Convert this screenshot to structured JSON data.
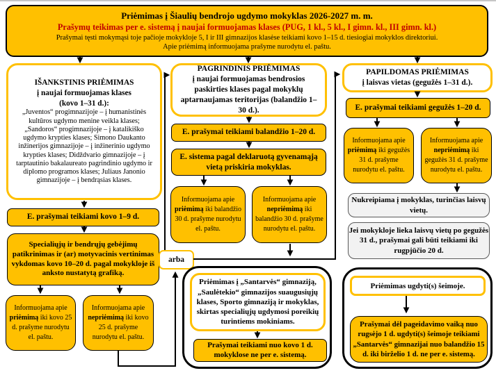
{
  "colors": {
    "gold": "#FFC000",
    "dark_red": "#C00000",
    "gray_fill": "#F2F2F2"
  },
  "header": {
    "line1": "Priėmimas į Šiaulių bendrojo ugdymo mokyklas 2026-2027 m. m.",
    "line2": "Prašymų teikimas per e. sistemą į naujai formuojamas klases (PUG, 1 kl., 5 kl., I gimn. kl., III gimn. kl.)",
    "line3": "Prašymai tęsti mokymąsi toje pačioje mokykloje 5, I ir III gimnazijos klasėse teikiami kovo 1–15 d. tiesiogiai mokyklos direktoriui.",
    "line4": "Apie priėmimą informuojama prašyme nurodytu el. paštu."
  },
  "left": {
    "title1": "IŠANKSTINIS PRIĖMIMAS",
    "title2": "į naujai formuojamas klases",
    "title3": "(kovo 1–31 d.):",
    "body": "„Juventos“ progimnazijoje – į humanistinės kultūros ugdymo menine veikla klases; „Sandoros“ progimnazijoje – į katalikiško ugdymo krypties klases; Simono Daukanto inžinerijos gimnazijoje – į inžinerinio ugdymo krypties klases; Didždvario gimnazijoje – į tarptautinio bakalaureato pagrindinio ugdymo ir diplomo programos klases; Juliaus Janonio gimnazijoje – į bendrąsias klases.",
    "step1": "E. prašymai teikiami kovo 1–9 d.",
    "step2": "Specialiųjų ir bendrųjų gebėjimų patikrinimas ir (ar) motyvacinis vertinimas vykdomas kovo 10–20 d. pagal mokykloje iš anksto nustatytą grafiką.",
    "info_admit": {
      "pre": "Informuojama apie",
      "em": "priėmimą",
      "post": "iki kovo 25 d. prašyme nurodytu el. paštu."
    },
    "info_reject": {
      "pre": "Informuojama apie",
      "em": "nepriėmimą",
      "post": "iki kovo 25 d. prašyme nurodytu el. paštu."
    }
  },
  "middle": {
    "title": "PAGRINDINIS PRIĖMIMAS",
    "subtitle": "į naujai formuojamas bendrosios paskirties klases pagal mokyklų aptarnaujamas teritorijas (balandžio 1–30 d.).",
    "step1": "E. prašymai teikiami balandžio 1–20 d.",
    "step2": "E. sistema pagal deklaruotą gyvenamąją vietą priskiria mokyklas.",
    "info_admit": {
      "pre": "Informuojama apie",
      "em": "priėmimą",
      "post": "iki balandžio 30 d. prašyme nurodytu el. paštu."
    },
    "info_reject": {
      "pre": "Informuojama apie",
      "em": "nepriėmimą",
      "post": "iki balandžio 30 d. prašyme nurodytu el. paštu."
    },
    "or_label": "arba",
    "special_head": "Priėmimas į „Santarvės“ gimnaziją, „Saulėtekio“ gimnazijos suaugusiųjų klases, Sporto gimnaziją ir mokyklas, skirtas specialiųjų ugdymosi poreikių turintiems mokiniams.",
    "special_step": "Prašymai teikiami nuo kovo 1 d. mokyklose ne per e. sistemą."
  },
  "right": {
    "title": "PAPILDOMAS PRIĖMIMAS",
    "subtitle": "į laisvas vietas (gegužės 1–31 d.).",
    "step1": "E. prašymai teikiami gegužės 1–20 d.",
    "info_admit": {
      "pre": "Informuojama apie",
      "em": "priėmimą",
      "post": "iki gegužės 31 d. prašyme nurodytu el. paštu."
    },
    "info_reject": {
      "pre": "Informuojama apie",
      "em": "nepriėmimą",
      "post": "iki gegužės 31 d. prašyme nurodytu el. paštu."
    },
    "note1": "Nukreipiama į mokyklas, turinčias laisvų vietų.",
    "note2": "Jei mokykloje lieka laisvų vietų po gegužės 31 d., prašymai gali būti teikiami iki rugpjūčio 20 d.",
    "family_head": "Priėmimas ugdyti(s) šeimoje.",
    "family_step": "Prašymai dėl pageidavimo vaiką nuo rugsėjo 1 d. ugdyti(s) šeimoje teikiami „Santarvės“ gimnazijai nuo balandžio 15 d. iki birželio 1 d. ne per e. sistemą."
  }
}
